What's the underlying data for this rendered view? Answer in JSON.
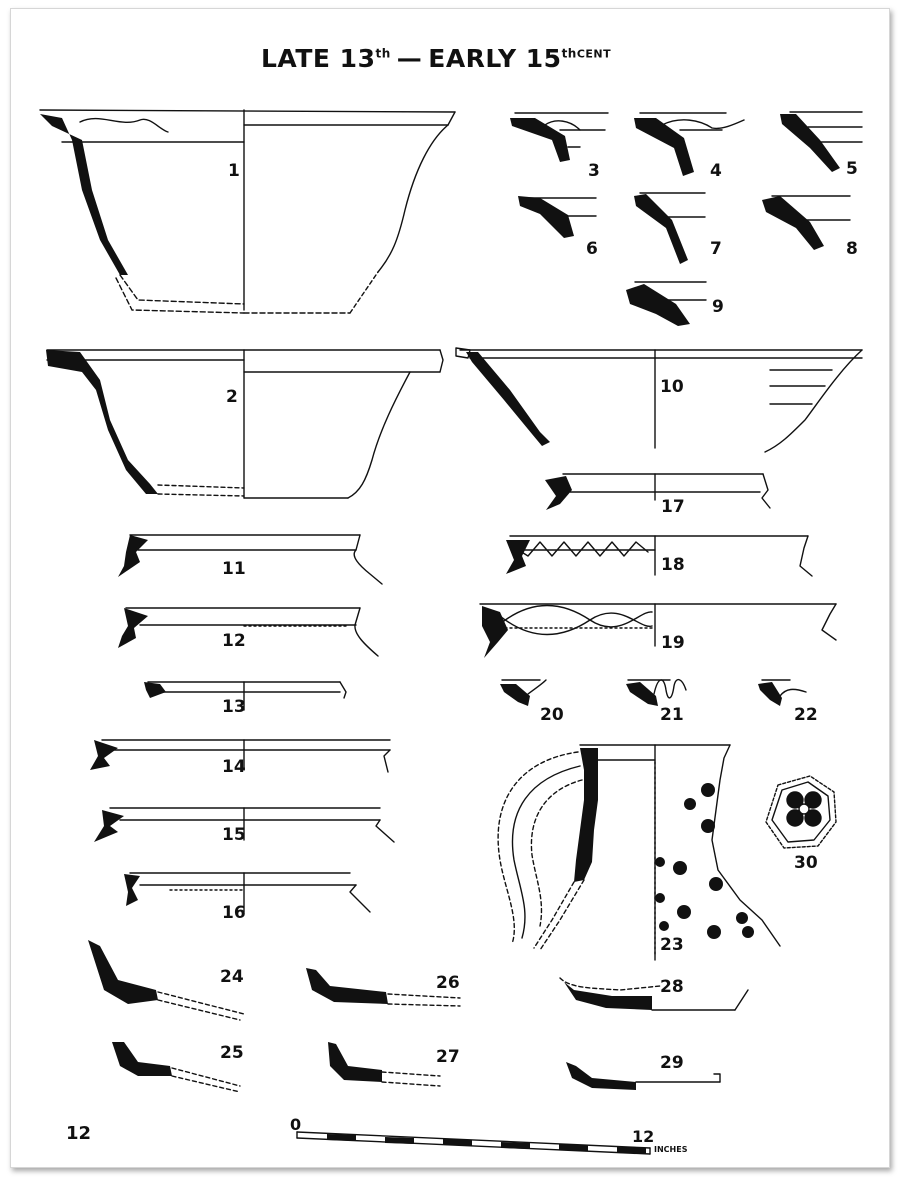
{
  "title": {
    "part1": "LATE 13",
    "sup1": "th",
    "dash": "—",
    "part2": "EARLY 15",
    "sup2": "th",
    "cent": "CENT"
  },
  "figure_labels": {
    "f1": "1",
    "f2": "2",
    "f3": "3",
    "f4": "4",
    "f5": "5",
    "f6": "6",
    "f7": "7",
    "f8": "8",
    "f9": "9",
    "f10": "10",
    "f11": "11",
    "f12": "12",
    "f13": "13",
    "f14": "14",
    "f15": "15",
    "f16": "16",
    "f17": "17",
    "f18": "18",
    "f19": "19",
    "f20": "20",
    "f21": "21",
    "f22": "22",
    "f23": "23",
    "f24": "24",
    "f25": "25",
    "f26": "26",
    "f27": "27",
    "f28": "28",
    "f29": "29",
    "f30": "30"
  },
  "scale": {
    "start": "0",
    "end": "12",
    "unit": "INCHES"
  },
  "page_number": "12",
  "colors": {
    "ink": "#111111",
    "paper": "#ffffff"
  }
}
